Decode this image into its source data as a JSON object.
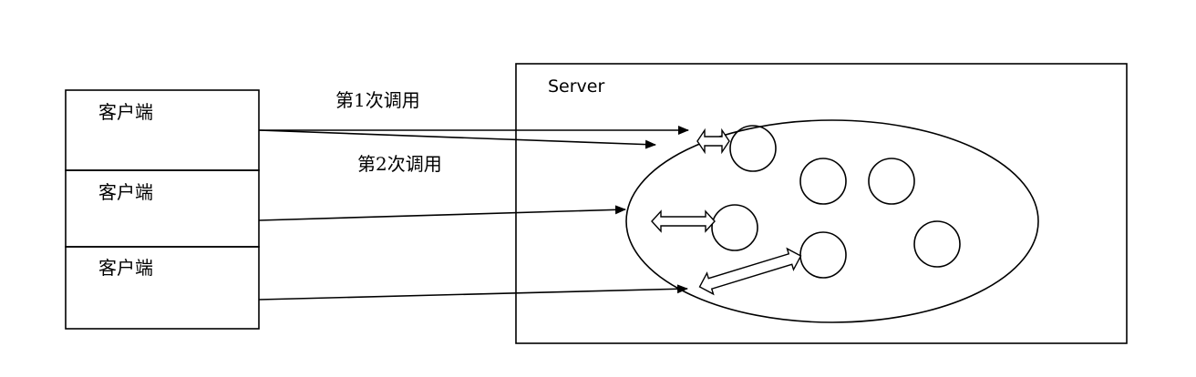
{
  "server": {
    "label": "Server"
  },
  "clients": [
    {
      "label": "客户端"
    },
    {
      "label": "客户端"
    },
    {
      "label": "客户端"
    }
  ],
  "calls": [
    {
      "label": "第1次调用"
    },
    {
      "label": "第2次调用"
    }
  ]
}
